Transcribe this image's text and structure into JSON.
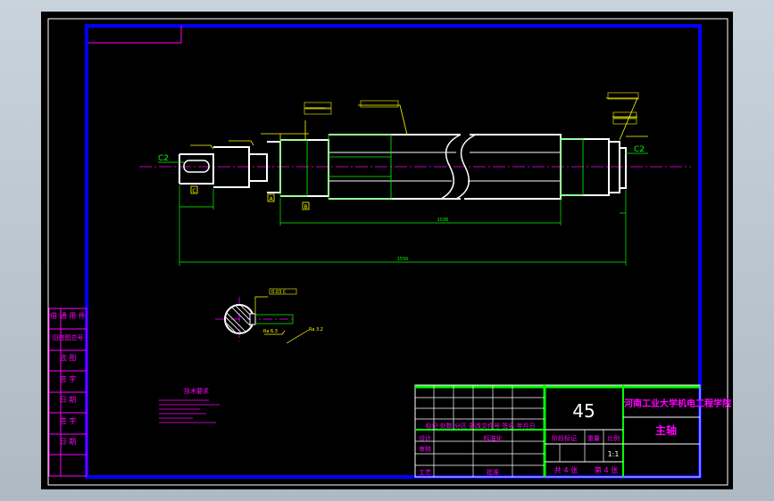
{
  "drawing": {
    "background": "#000000",
    "colors": {
      "frame": "#0000ff",
      "outline": "#ffffff",
      "dimension": "#00ff00",
      "annotation": "#ffff00",
      "center_line": "#ff00ff",
      "title_text": "#ff00ff",
      "magenta": "#ff00ff"
    }
  },
  "shaft": {
    "chamfer_left": "C2",
    "chamfer_right": "C2",
    "overall_length": "1556",
    "segment_length": "1036",
    "datum_a": "A",
    "datum_b": "B",
    "datum_c": "C"
  },
  "section": {
    "tolerance": "0.03 C",
    "ra_left": "Ra 6.3",
    "ra_right": "Ra 3.2"
  },
  "notes": {
    "title": "技术要求"
  },
  "title_block": {
    "material": "45",
    "school": "河南工业大学机电工程学院",
    "part_name": "主轴",
    "scale": "1:1",
    "row1": "标记 处数 分区 更改文件号 签名 年月日",
    "row2": "设计",
    "row2_b": "标准化",
    "row3": "审核",
    "row4": "工艺",
    "row4_b": "批准",
    "stage_label": "阶段标记",
    "weight_label": "重量",
    "scale_label": "比例",
    "sheets_total": "共 4 张",
    "sheet_no": "第 4 张"
  },
  "side_table": {
    "rows": [
      "借 通 用 件",
      "旧底图总号",
      "底 图",
      "签 字",
      "日 期",
      "签 字",
      "日 期"
    ]
  }
}
